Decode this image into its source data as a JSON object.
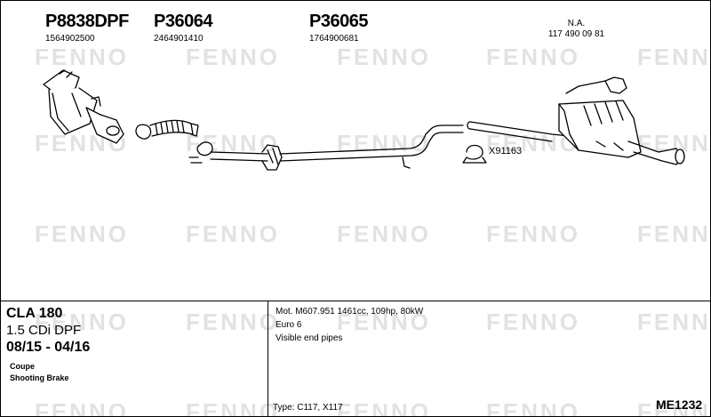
{
  "watermark": "FENNO",
  "parts": [
    {
      "number": "P8838DPF",
      "oe": "1564902500"
    },
    {
      "number": "P36064",
      "oe": "2464901410"
    },
    {
      "number": "P36065",
      "oe": "1764900681"
    },
    {
      "number": "",
      "oe": "N.A.\n117 490 09 81"
    }
  ],
  "separate_part": "X91163",
  "vehicle": {
    "model": "CLA 180",
    "engine": "1.5 CDi DPF",
    "period": "08/15 - 04/16",
    "body": [
      "Coupe",
      "Shooting Brake"
    ]
  },
  "specs": [
    "Mot. M607.951 1461cc, 109hp, 80kW",
    "Euro 6",
    "Visible end pipes"
  ],
  "type_line": "Type:  C117, X117",
  "diagram_code": "ME1232"
}
